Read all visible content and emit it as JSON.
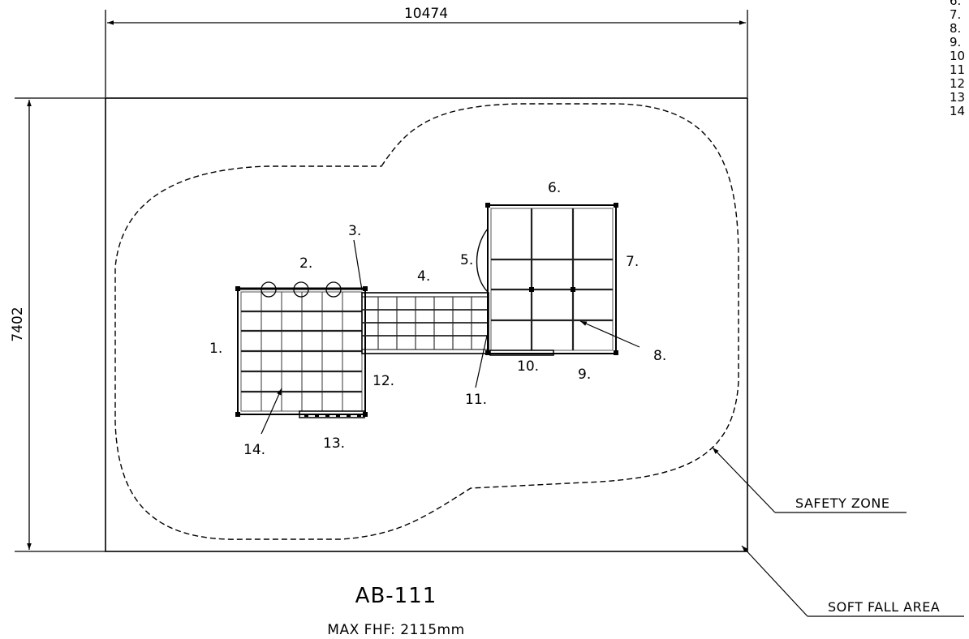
{
  "dimensions": {
    "width": "10474",
    "height": "7402"
  },
  "component_labels": [
    "1.",
    "2.",
    "3.",
    "4.",
    "5.",
    "6.",
    "7.",
    "8.",
    "9.",
    "10.",
    "11.",
    "12.",
    "13.",
    "14."
  ],
  "legend_numbers": [
    "6.",
    "7.",
    "8.",
    "9.",
    "10",
    "11",
    "12",
    "13",
    "14"
  ],
  "annotations": {
    "safety_zone": "SAFETY ZONE",
    "soft_fall_area": "SOFT FALL AREA"
  },
  "model": {
    "code": "AB-111",
    "max_fhf": "MAX FHF: 2115mm"
  }
}
